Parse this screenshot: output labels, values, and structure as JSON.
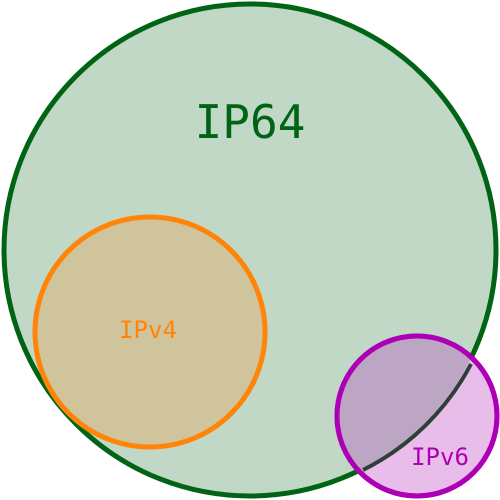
{
  "diagram": {
    "sets": [
      {
        "id": "ip64",
        "label": "IP64",
        "stroke": "#006414",
        "fill": "#c0d8c5"
      },
      {
        "id": "ipv4",
        "label": "IPv4",
        "stroke": "#ff8408",
        "fill": "#cfc49b"
      },
      {
        "id": "ipv6",
        "label": "IPv6",
        "stroke": "#ad00b4",
        "fill": "#e8bdea"
      }
    ],
    "overlap": {
      "sets": [
        "ip64",
        "ipv6"
      ],
      "fill": "#bda5c4",
      "stroke": "#3a3a4a"
    }
  }
}
